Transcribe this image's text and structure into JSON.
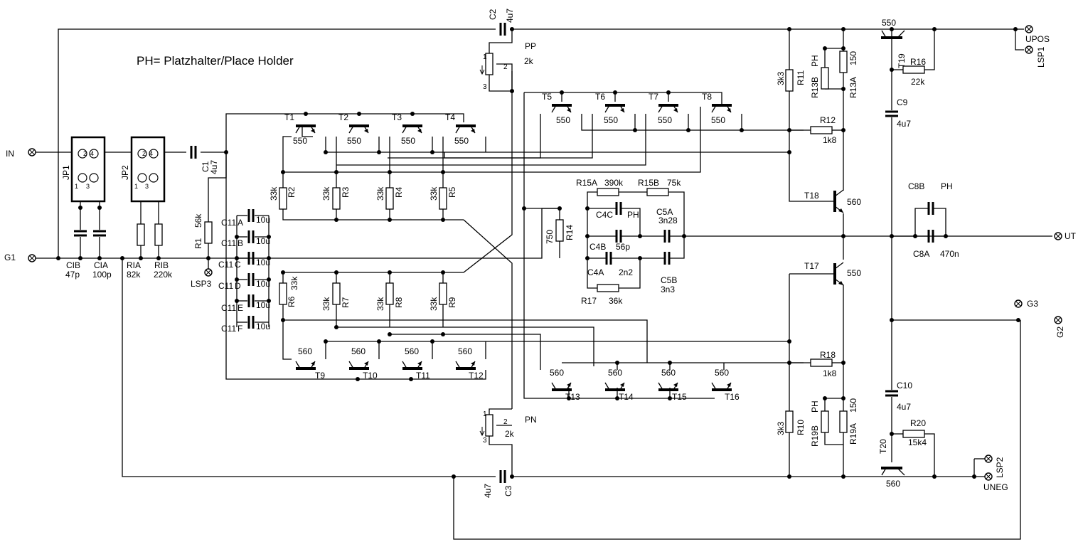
{
  "title": "PH= Platzhalter/Place Holder",
  "terminals": {
    "in": "IN",
    "g1": "G1",
    "ut": "UT",
    "g2": "G2",
    "g3": "G3",
    "upos": "UPOS",
    "uneg": "UNEG",
    "lsp1": "LSP1",
    "lsp2": "LSP2",
    "lsp3": "LSP3"
  },
  "jumpers": [
    {
      "ref": "JP1",
      "pins": [
        "2",
        "4",
        "1",
        "3"
      ]
    },
    {
      "ref": "JP2",
      "pins": [
        "2",
        "4",
        "1",
        "3"
      ]
    }
  ],
  "input": {
    "cib": {
      "ref": "CIB",
      "value": "47p"
    },
    "cia": {
      "ref": "CIA",
      "value": "100p"
    },
    "ria": {
      "ref": "RIA",
      "value": "82k"
    },
    "rib": {
      "ref": "RIB",
      "value": "220k"
    },
    "c1": {
      "ref": "C1",
      "value": "4u7"
    },
    "r1": {
      "ref": "R1",
      "value": "56k"
    }
  },
  "c11": [
    {
      "ref": "C11",
      "suffix": "A",
      "value": "10u"
    },
    {
      "ref": "C11",
      "suffix": "B",
      "value": "10u"
    },
    {
      "ref": "C11",
      "suffix": "C",
      "value": "10u"
    },
    {
      "ref": "C11",
      "suffix": "D",
      "value": "10u"
    },
    {
      "ref": "C11",
      "suffix": "E",
      "value": "10u"
    },
    {
      "ref": "C11",
      "suffix": "F",
      "value": "10u"
    }
  ],
  "upper_resistors": [
    {
      "ref": "R2",
      "value": "33k"
    },
    {
      "ref": "R3",
      "value": "33k"
    },
    {
      "ref": "R4",
      "value": "33k"
    },
    {
      "ref": "R5",
      "value": "33k"
    }
  ],
  "lower_resistors": [
    {
      "ref": "R6",
      "value": "33k"
    },
    {
      "ref": "R7",
      "value": "33k"
    },
    {
      "ref": "R8",
      "value": "33k"
    },
    {
      "ref": "R9",
      "value": "33k"
    }
  ],
  "t_top_left": [
    {
      "ref": "T1",
      "value": "550"
    },
    {
      "ref": "T2",
      "value": "550"
    },
    {
      "ref": "T3",
      "value": "550"
    },
    {
      "ref": "T4",
      "value": "550"
    }
  ],
  "t_top_right": [
    {
      "ref": "T5",
      "value": "550"
    },
    {
      "ref": "T6",
      "value": "550"
    },
    {
      "ref": "T7",
      "value": "550"
    },
    {
      "ref": "T8",
      "value": "550"
    }
  ],
  "t_bot_left": [
    {
      "ref": "T9",
      "value": "560"
    },
    {
      "ref": "T10",
      "value": "560"
    },
    {
      "ref": "T11",
      "value": "560"
    },
    {
      "ref": "T12",
      "value": "560"
    }
  ],
  "t_bot_right": [
    {
      "ref": "T13",
      "value": "560"
    },
    {
      "ref": "T14",
      "value": "560"
    },
    {
      "ref": "T15",
      "value": "560"
    },
    {
      "ref": "T16",
      "value": "560"
    }
  ],
  "c2": {
    "ref": "C2",
    "value": "4u7"
  },
  "c3": {
    "ref": "C3",
    "value": "4u7"
  },
  "pp": {
    "ref": "PP",
    "value": "2k",
    "pins": [
      "1",
      "2",
      "3"
    ]
  },
  "pn": {
    "ref": "PN",
    "value": "2k",
    "pins": [
      "1",
      "2",
      "3"
    ]
  },
  "feedback": {
    "r14": {
      "ref": "R14",
      "value": "750"
    },
    "r15a": {
      "ref": "R15A",
      "value": "390k"
    },
    "r15b": {
      "ref": "R15B",
      "value": "75k"
    },
    "c4c": {
      "ref": "C4C",
      "value": "PH"
    },
    "c5a": {
      "ref": "C5A",
      "value": "3n28"
    },
    "c4b": {
      "ref": "C4B",
      "value": "56p"
    },
    "c4a": {
      "ref": "C4A",
      "value": "2n2"
    },
    "c5b": {
      "ref": "C5B",
      "value": "3n3"
    },
    "r17": {
      "ref": "R17",
      "value": "36k"
    }
  },
  "output": {
    "r11": {
      "ref": "R11",
      "value": "3k3"
    },
    "r10": {
      "ref": "R10",
      "value": "3k3"
    },
    "r13b": {
      "ref": "R13B",
      "value": "PH"
    },
    "r13a": {
      "ref": "R13A",
      "value": "150"
    },
    "r19b": {
      "ref": "R19B",
      "value": "PH"
    },
    "r19a": {
      "ref": "R19A",
      "value": "150"
    },
    "r12": {
      "ref": "R12",
      "value": "1k8"
    },
    "r18": {
      "ref": "R18",
      "value": "1k8"
    },
    "t18": {
      "ref": "T18",
      "value": "560"
    },
    "t17": {
      "ref": "T17",
      "value": "550"
    },
    "t19": {
      "ref": "T19",
      "value": "550"
    },
    "t20": {
      "ref": "T20",
      "value": "560"
    },
    "r16": {
      "ref": "R16",
      "value": "22k"
    },
    "r20": {
      "ref": "R20",
      "value": "15k4"
    },
    "c9": {
      "ref": "C9",
      "value": "4u7"
    },
    "c10": {
      "ref": "C10",
      "value": "4u7"
    },
    "c8b": {
      "ref": "C8B",
      "value": "PH"
    },
    "c8a": {
      "ref": "C8A",
      "value": "470n"
    }
  }
}
